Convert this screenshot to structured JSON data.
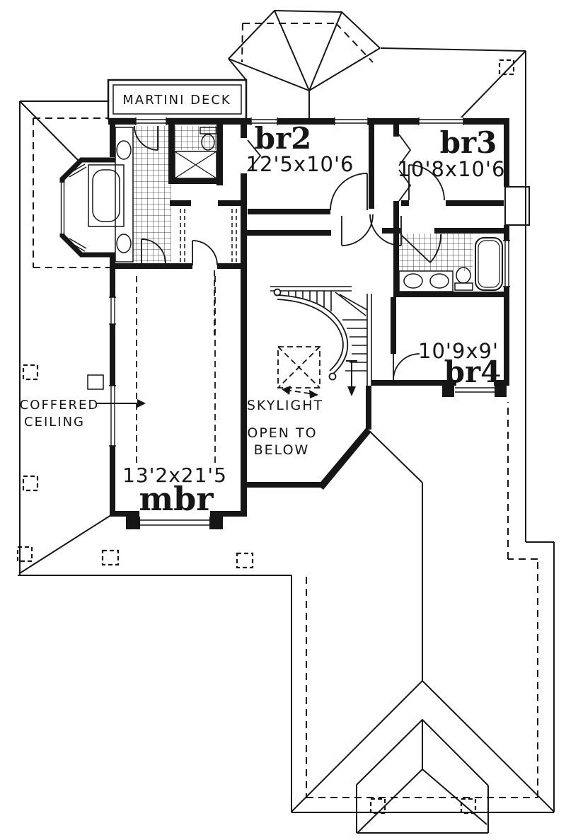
{
  "document": {
    "type": "second-floor plan drawing",
    "paper_color": "#ffffff",
    "ink_color": "#161616"
  },
  "labels": {
    "martini_deck": "MARTINI DECK",
    "coffered_ceiling": [
      "COFFERED",
      "CEILING"
    ],
    "skylight": "SKYLIGHT",
    "open_to_below": [
      "OPEN TO",
      "BELOW"
    ]
  },
  "rooms": [
    {
      "id": "br2",
      "name": "br2",
      "dimensions": "12'5x10'6"
    },
    {
      "id": "br3",
      "name": "br3",
      "dimensions": "10'8x10'6"
    },
    {
      "id": "br4",
      "name": "br4",
      "dimensions": "10'9x9'"
    },
    {
      "id": "mbr",
      "name": "mbr",
      "dimensions": "13'2x21'5"
    }
  ]
}
